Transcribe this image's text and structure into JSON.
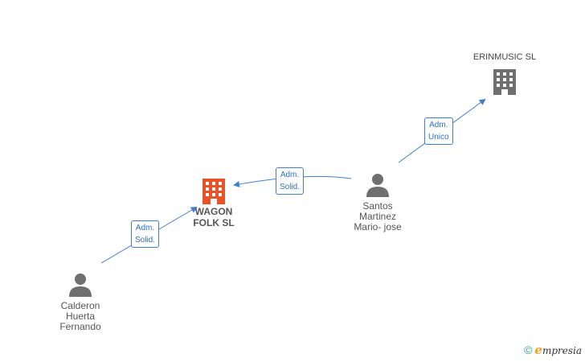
{
  "nodes": {
    "wagon": {
      "label_line1": "WAGON",
      "label_line2": "FOLK SL",
      "icon": "building-icon",
      "color": "#e8542a"
    },
    "erinmusic": {
      "label": "ERINMUSIC SL",
      "icon": "building-icon",
      "color": "#6f6f6f"
    },
    "santos": {
      "line1": "Santos",
      "line2": "Martinez",
      "line3": "Mario- jose",
      "icon": "person-icon"
    },
    "calderon": {
      "line1": "Calderon",
      "line2": "Huerta",
      "line3": "Fernando",
      "icon": "person-icon"
    }
  },
  "edges": {
    "santos_erinmusic": {
      "line1": "Adm.",
      "line2": "Unico"
    },
    "santos_wagon": {
      "line1": "Adm.",
      "line2": "Solid."
    },
    "calderon_wagon": {
      "line1": "Adm.",
      "line2": "Solid."
    }
  },
  "colors": {
    "edge": "#3b7fd6",
    "person": "#6f6f6f"
  },
  "footer": {
    "copyright_symbol": "©",
    "brand_initial": "e",
    "brand_rest": "mpresia"
  }
}
